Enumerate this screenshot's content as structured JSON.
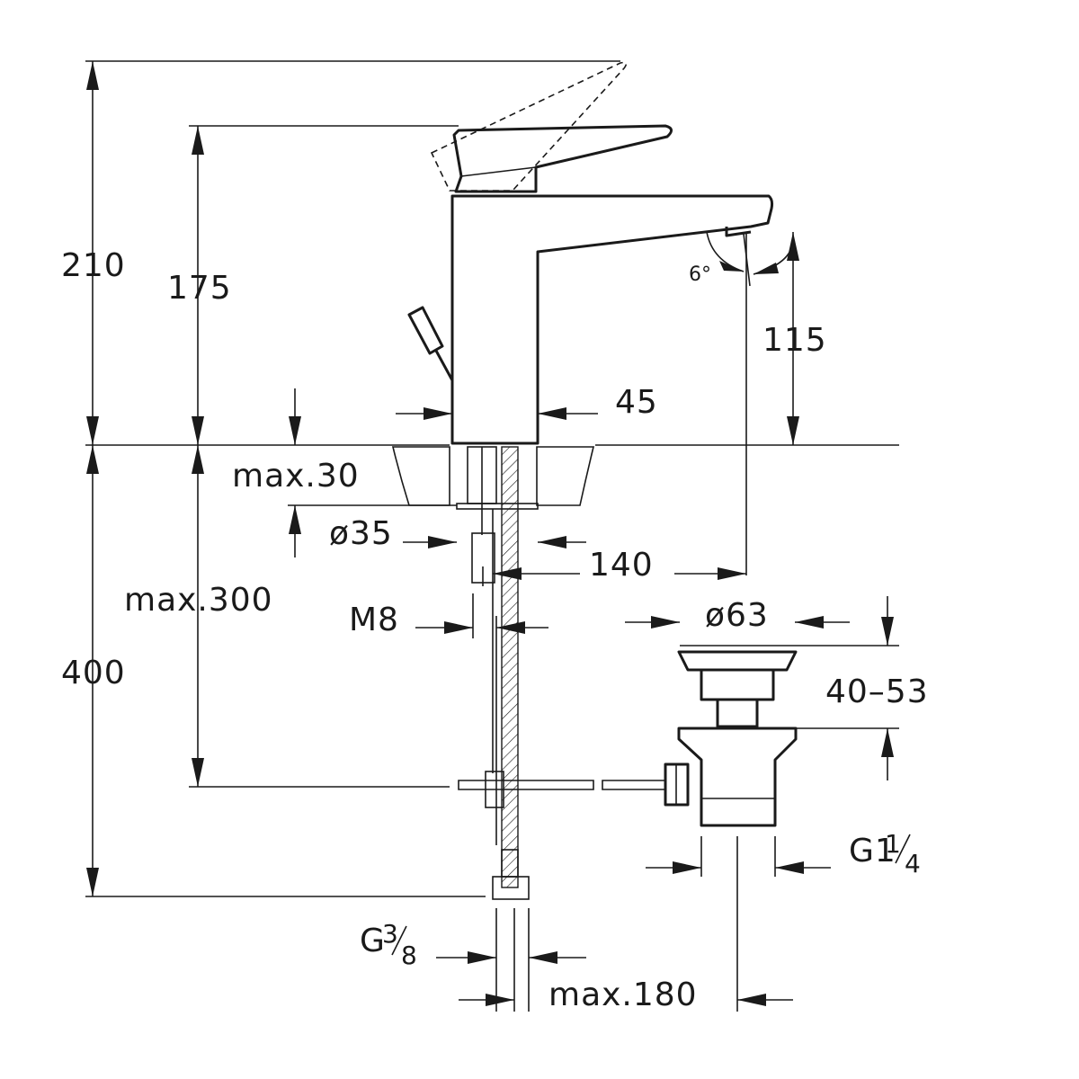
{
  "dimensions": {
    "d210": "210",
    "d175": "175",
    "d115": "115",
    "d45": "45",
    "angle": "6°",
    "max30": "max.30",
    "max300": "max.300",
    "d400": "400",
    "dia35": "ø35",
    "d140": "140",
    "m8": "M8",
    "dia63": "ø63",
    "d40_53": "40–53",
    "g1_main": "G1",
    "g1_num": "1",
    "g1_den": "4",
    "g38_main": "G",
    "g38_num": "3",
    "g38_den": "8",
    "max180": "max.180"
  },
  "colors": {
    "ink": "#1a1a1a",
    "background": "#ffffff"
  }
}
